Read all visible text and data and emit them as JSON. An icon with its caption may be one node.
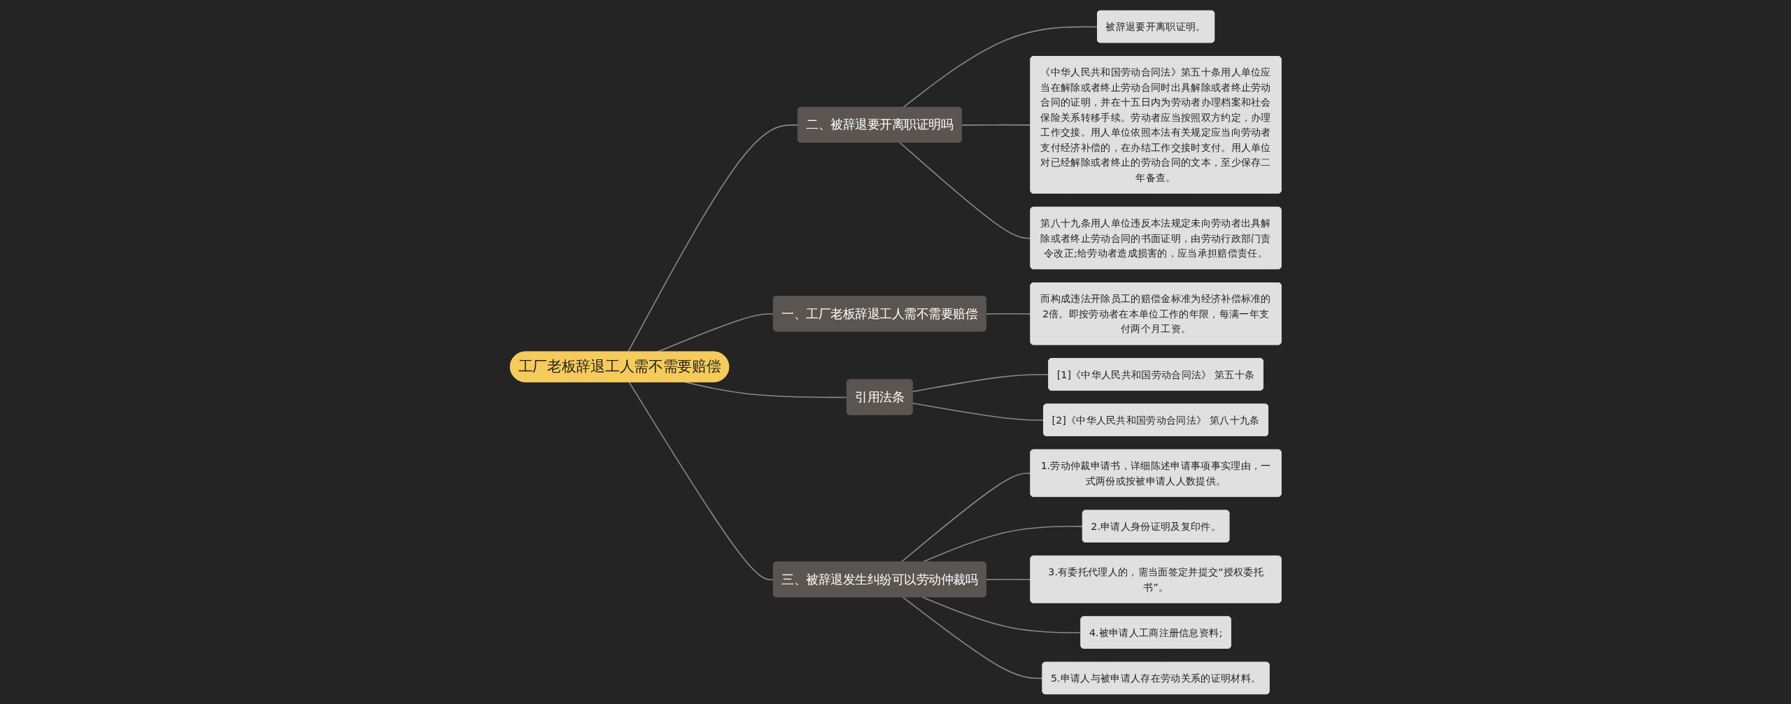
{
  "diagram": {
    "nodes": [
      {
        "text": [
          "工厂老板辞退工人需不需要赔偿"
        ]
      },
      {
        "text": [
          "二、被辞退要开离职证明吗"
        ]
      },
      {
        "text": [
          "被辞退要开离职证明。"
        ]
      },
      {
        "text": [
          "《中华人民共和国劳动合同法》第五十条用人单位应当在解除或者终止劳动合同时出具解除或者终止劳动合同的证明，并在十五日内为劳动者办理档案和社会保险关系转移手续。劳动者应当按照双方约定，办理工作交接。用人单位依照本法有关规定应当向劳动者支付经济补偿的，在办结工作交接时支付。用人单位对已经解除或者终止的劳动合同的文本，至少保存二年备查。"
        ]
      },
      {
        "text": [
          "第八十九条用人单位违反本法规定未向劳动者出具解除或者终止劳动合同的书面证明，由劳动行政部门责令改正;给劳动者造成损害的，应当承担赔偿责任。"
        ]
      },
      {
        "text": [
          "一、工厂老板辞退工人需不需要赔偿"
        ]
      },
      {
        "text": [
          "而构成违法开除员工的赔偿金标准为经济补偿标准的2倍。即按劳动者在本单位工作的年限，每满一年支付两个月工资。"
        ]
      },
      {
        "text": [
          "引用法条"
        ]
      },
      {
        "text": [
          "[1]《中华人民共和国劳动合同法》 第五十条"
        ]
      },
      {
        "text": [
          "[2]《中华人民共和国劳动合同法》 第八十九条"
        ]
      },
      {
        "text": [
          "三、被辞退发生纠纷可以劳动仲裁吗"
        ]
      },
      {
        "text": [
          "1.劳动仲裁申请书，详细陈述申请事项事实理由，一式两份或按被申请人人数提供。"
        ]
      },
      {
        "text": [
          "2.申请人身份证明及复印件。"
        ]
      },
      {
        "text": [
          "3.有委托代理人的，需当面签定并提交“授权委托书”。"
        ]
      },
      {
        "text": [
          "4.被申请人工商注册信息资料;"
        ]
      },
      {
        "text": [
          "5.申请人与被申请人存在劳动关系的证明材料。"
        ]
      }
    ],
    "edges": [
      {
        "from": 0,
        "to": 1,
        "arrow": "none"
      },
      {
        "from": 1,
        "to": 2,
        "arrow": "none"
      },
      {
        "from": 1,
        "to": 3,
        "arrow": "none"
      },
      {
        "from": 1,
        "to": 4,
        "arrow": "none"
      },
      {
        "from": 0,
        "to": 5,
        "arrow": "none"
      },
      {
        "from": 5,
        "to": 6,
        "arrow": "none"
      },
      {
        "from": 0,
        "to": 7,
        "arrow": "none"
      },
      {
        "from": 7,
        "to": 8,
        "arrow": "none"
      },
      {
        "from": 7,
        "to": 9,
        "arrow": "none"
      },
      {
        "from": 0,
        "to": 10,
        "arrow": "none"
      },
      {
        "from": 10,
        "to": 11,
        "arrow": "none"
      },
      {
        "from": 10,
        "to": 12,
        "arrow": "none"
      },
      {
        "from": 10,
        "to": 13,
        "arrow": "none"
      },
      {
        "from": 10,
        "to": 14,
        "arrow": "none"
      },
      {
        "from": 10,
        "to": 15,
        "arrow": "none"
      }
    ]
  }
}
